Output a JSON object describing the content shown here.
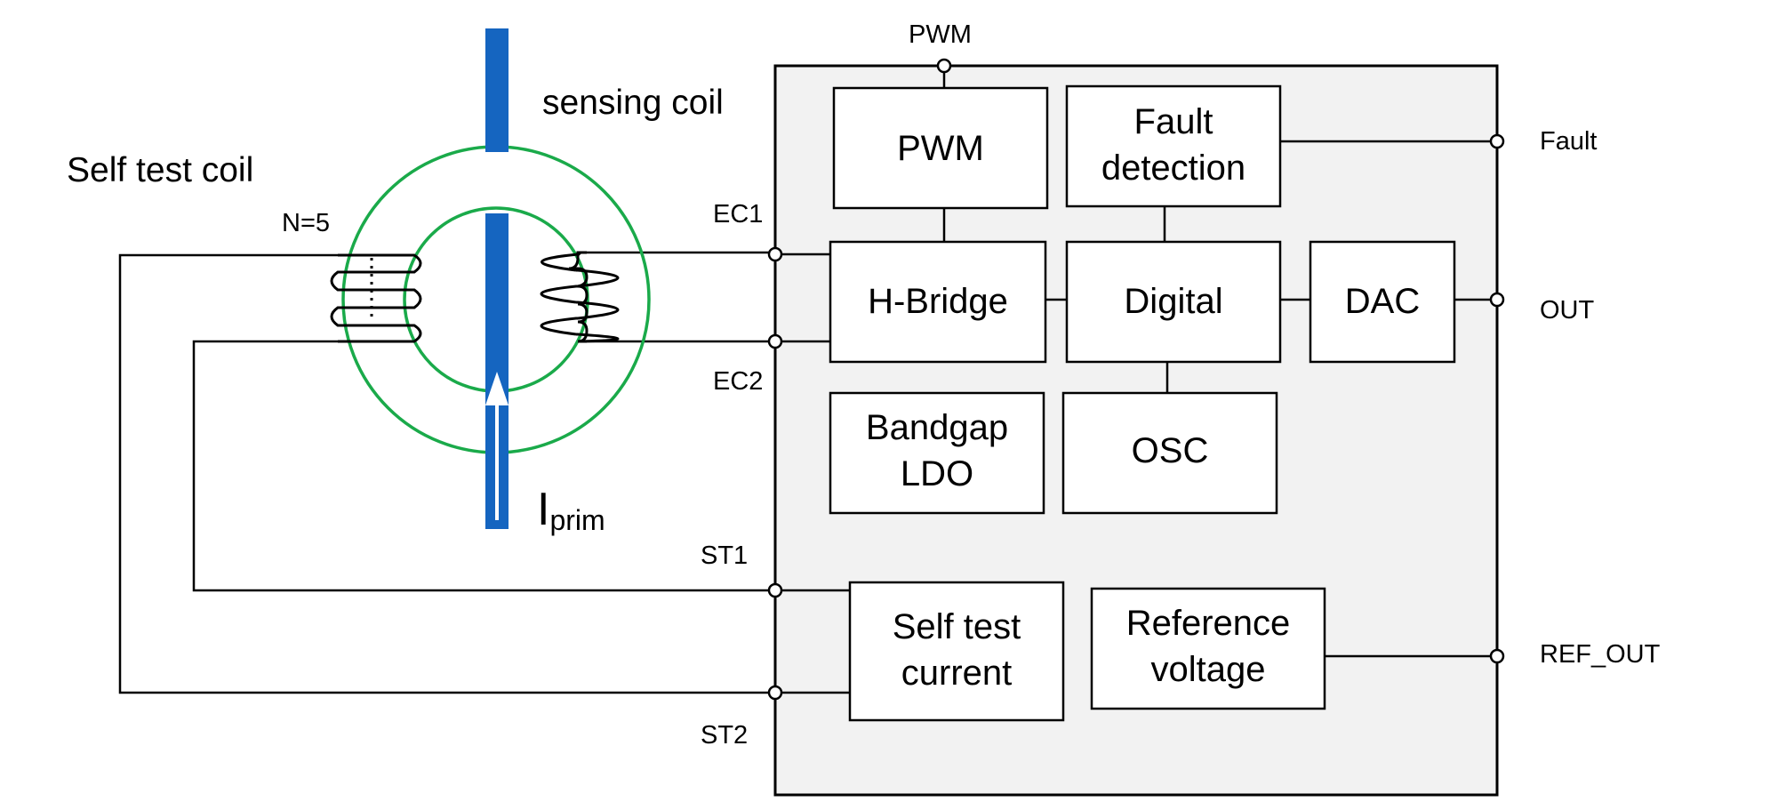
{
  "labels": {
    "sensing_coil": "sensing coil",
    "self_test_coil": "Self test coil",
    "turns": "N=5",
    "iprim_main": "I",
    "iprim_sub": "prim"
  },
  "pins": {
    "pwm": "PWM",
    "ec1": "EC1",
    "ec2": "EC2",
    "st1": "ST1",
    "st2": "ST2",
    "fault": "Fault",
    "out": "OUT",
    "ref_out": "REF_OUT"
  },
  "blocks": {
    "pwm": [
      "PWM"
    ],
    "fault_detection": [
      "Fault",
      "detection"
    ],
    "h_bridge": [
      "H-Bridge"
    ],
    "digital": [
      "Digital"
    ],
    "dac": [
      "DAC"
    ],
    "bandgap_ldo": [
      "Bandgap",
      "LDO"
    ],
    "osc": [
      "OSC"
    ],
    "self_test_current": [
      "Self test",
      "current"
    ],
    "reference_voltage": [
      "Reference",
      "voltage"
    ]
  },
  "colors": {
    "conductor": "#1565c0",
    "core": "#1aaa4a",
    "chip_fill": "#f2f2f2",
    "line": "#000000"
  }
}
